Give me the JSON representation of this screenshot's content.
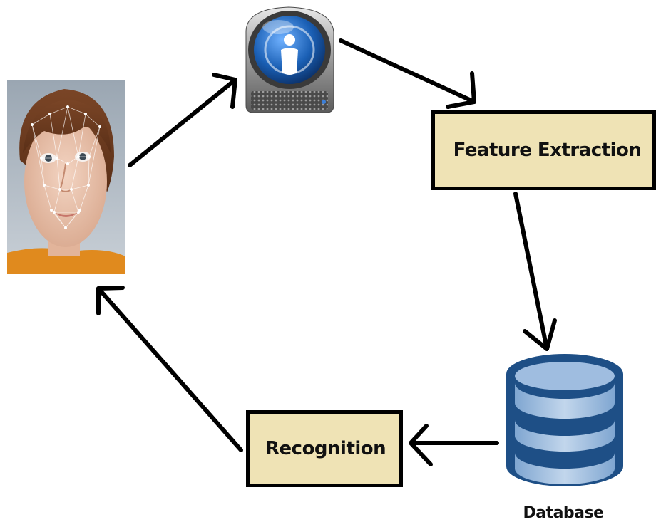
{
  "nodes": {
    "face_photo": {
      "icon": "child-face-landmark-photo"
    },
    "capture_device": {
      "icon": "camera-device-icon"
    },
    "feature_extraction": {
      "label": "Feature Extraction"
    },
    "database": {
      "icon": "database-cylinder-icon",
      "label": "Database"
    },
    "recognition": {
      "label": "Recognition"
    }
  },
  "edges": [
    {
      "from": "face_photo",
      "to": "capture_device"
    },
    {
      "from": "capture_device",
      "to": "feature_extraction"
    },
    {
      "from": "feature_extraction",
      "to": "database"
    },
    {
      "from": "database",
      "to": "recognition"
    },
    {
      "from": "recognition",
      "to": "face_photo"
    }
  ],
  "colors": {
    "box_fill": "#efe3b5",
    "stroke": "#000000",
    "db_blue": "#1e4f86",
    "db_light": "#a7c4e3",
    "device_blue": "#1a5fb4"
  }
}
